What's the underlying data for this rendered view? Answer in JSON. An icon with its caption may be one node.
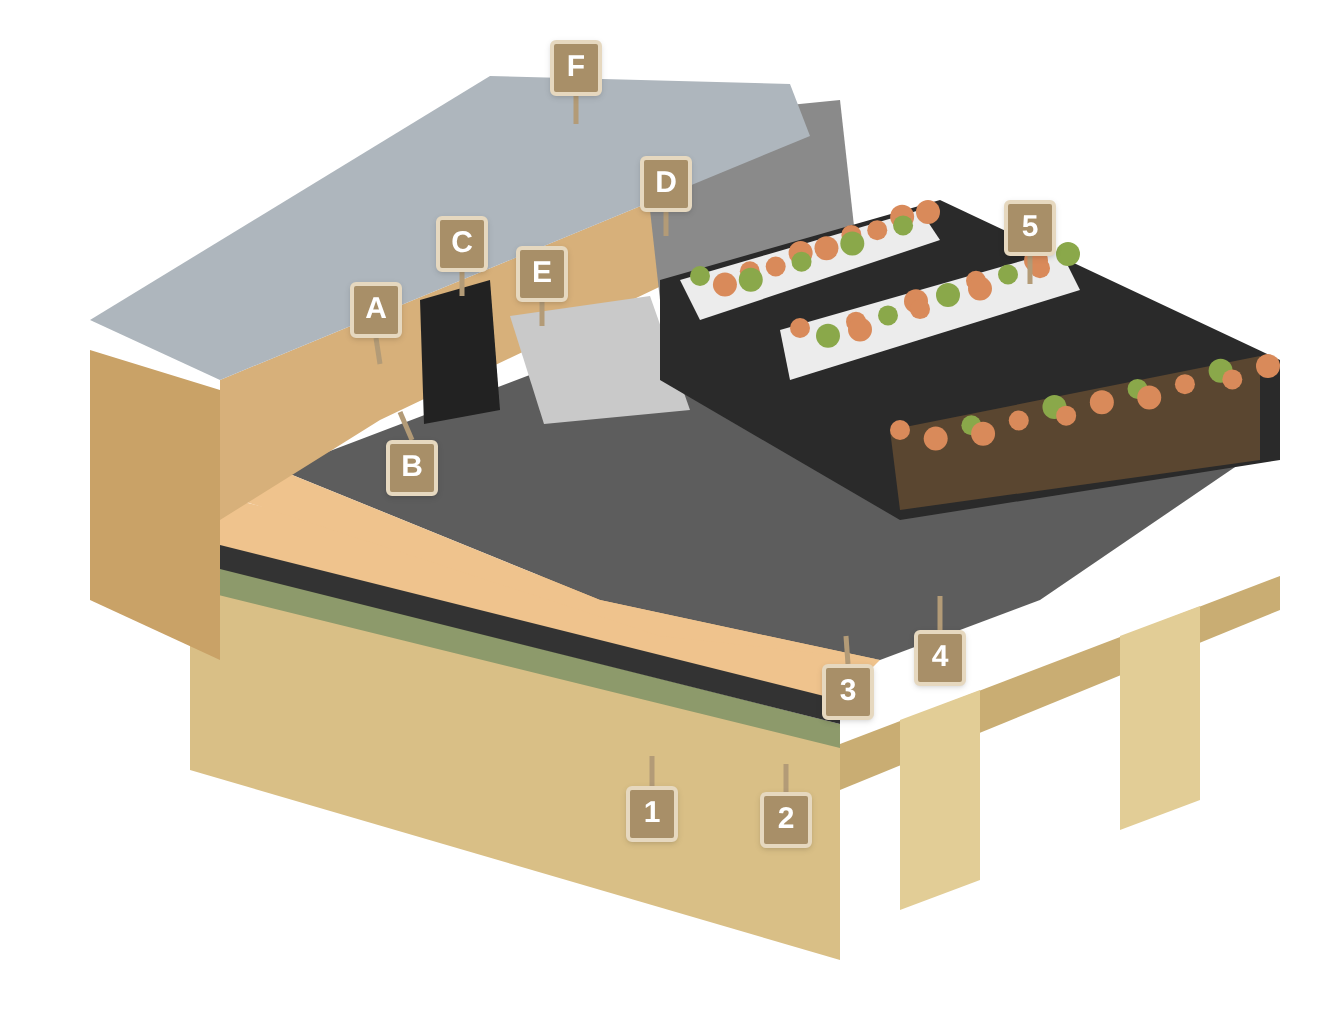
{
  "diagram": {
    "nodes": [
      {
        "text": [
          "F"
        ]
      },
      {
        "text": [
          "D"
        ]
      },
      {
        "text": [
          "5"
        ]
      },
      {
        "text": [
          "C"
        ]
      },
      {
        "text": [
          "E"
        ]
      },
      {
        "text": [
          "A"
        ]
      },
      {
        "text": [
          "B"
        ]
      },
      {
        "text": [
          "4"
        ]
      },
      {
        "text": [
          "3"
        ]
      },
      {
        "text": [
          "1"
        ]
      },
      {
        "text": [
          "2"
        ]
      }
    ],
    "edges": [
      {
        "from": 0,
        "to": null,
        "arrow": "none"
      },
      {
        "from": 1,
        "to": null,
        "arrow": "none"
      },
      {
        "from": 2,
        "to": null,
        "arrow": "none"
      },
      {
        "from": 3,
        "to": null,
        "arrow": "none"
      },
      {
        "from": 4,
        "to": null,
        "arrow": "none"
      },
      {
        "from": 5,
        "to": null,
        "arrow": "none"
      },
      {
        "from": 6,
        "to": null,
        "arrow": "none"
      },
      {
        "from": 7,
        "to": null,
        "arrow": "none"
      },
      {
        "from": 8,
        "to": null,
        "arrow": "none"
      },
      {
        "from": 9,
        "to": null,
        "arrow": "none"
      },
      {
        "from": 10,
        "to": null,
        "arrow": "none"
      }
    ]
  }
}
